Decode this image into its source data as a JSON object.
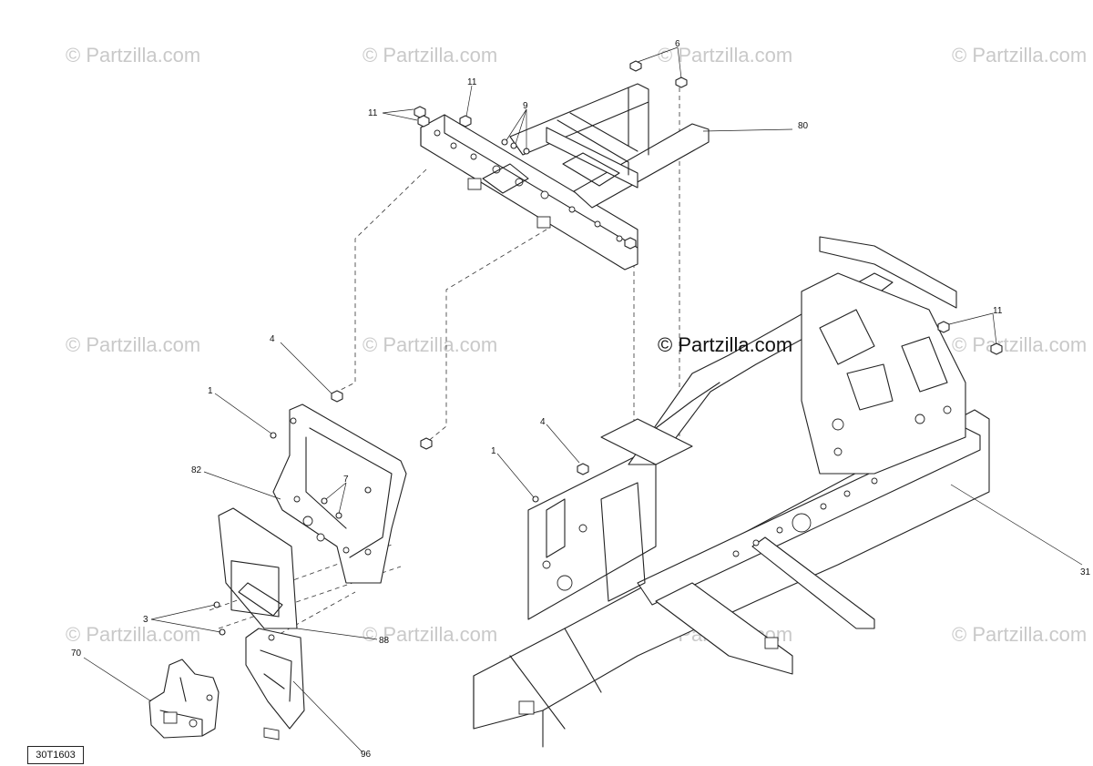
{
  "watermark": {
    "text": "© Partzilla.com",
    "main_text": "© Partzilla.com"
  },
  "diagram_ref": "30T1603",
  "callouts": {
    "c6": "6",
    "c11_top": "11",
    "c11_left": "11",
    "c9": "9",
    "c80": "80",
    "c4_left": "4",
    "c1_left": "1",
    "c82": "82",
    "c7": "7",
    "c3": "3",
    "c88": "88",
    "c70": "70",
    "c96": "96",
    "c4_right": "4",
    "c1_right": "1",
    "c11_right": "11",
    "c31": "31"
  }
}
